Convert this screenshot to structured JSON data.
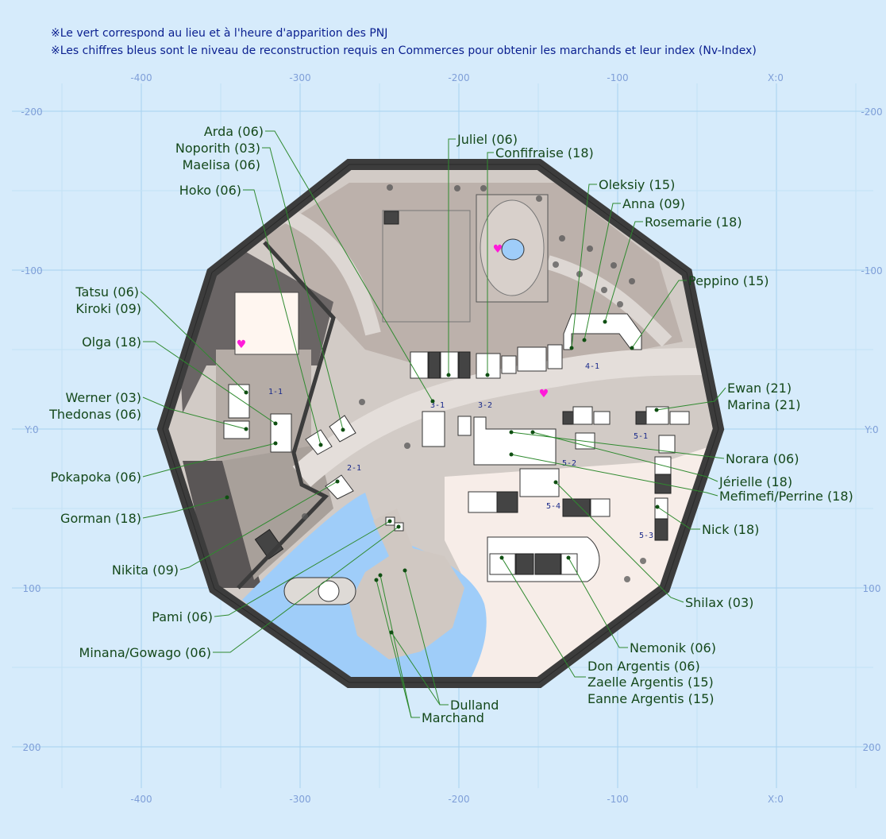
{
  "notes": {
    "line1": "※Le vert correspond au lieu et à l'heure d'apparition des PNJ",
    "line2": "※Les chiffres bleus sont le niveau de reconstruction requis en Commerces pour obtenir les marchands et leur index (Nv-Index)"
  },
  "axes": {
    "x_label": "X:0",
    "y_label": "Y:0",
    "x_ticks": [
      {
        "value": -400,
        "label": "-400"
      },
      {
        "value": -300,
        "label": "-300"
      },
      {
        "value": -200,
        "label": "-200"
      },
      {
        "value": -100,
        "label": "-100"
      }
    ],
    "y_ticks": [
      {
        "value": -200,
        "label": "-200"
      },
      {
        "value": -100,
        "label": "-100"
      },
      {
        "value": 100,
        "label": "100"
      },
      {
        "value": 200,
        "label": "200"
      }
    ]
  },
  "zones": [
    "1-1",
    "2-1",
    "3-1",
    "3-2",
    "4-1",
    "5-1",
    "5-2",
    "5-3",
    "5-4"
  ],
  "npcs": [
    {
      "name": "Arda (06)"
    },
    {
      "name": "Noporith (03)"
    },
    {
      "name": "Maelisa (06)"
    },
    {
      "name": "Hoko (06)"
    },
    {
      "name": "Juliel (06)"
    },
    {
      "name": "Confifraise (18)"
    },
    {
      "name": "Oleksiy (15)"
    },
    {
      "name": "Anna (09)"
    },
    {
      "name": "Rosemarie (18)"
    },
    {
      "name": "Peppino (15)"
    },
    {
      "name": "Tatsu (06)"
    },
    {
      "name": "Kiroki (09)"
    },
    {
      "name": "Olga (18)"
    },
    {
      "name": "Werner (03)"
    },
    {
      "name": "Thedonas (06)"
    },
    {
      "name": "Pokapoka (06)"
    },
    {
      "name": "Gorman (18)"
    },
    {
      "name": "Nikita (09)"
    },
    {
      "name": "Pami (06)"
    },
    {
      "name": "Minana/Gowago (06)"
    },
    {
      "name": "Ewan (21)"
    },
    {
      "name": "Marina (21)"
    },
    {
      "name": "Norara (06)"
    },
    {
      "name": "Jérielle (18)"
    },
    {
      "name": "Mefimefi/Perrine (18)"
    },
    {
      "name": "Nick (18)"
    },
    {
      "name": "Shilax (03)"
    },
    {
      "name": "Nemonik (06)"
    },
    {
      "name": "Don Argentis (06)"
    },
    {
      "name": "Zaelle Argentis (15)"
    },
    {
      "name": "Eanne Argentis (15)"
    },
    {
      "name": "Dulland"
    },
    {
      "name": "Marchand"
    }
  ],
  "colors": {
    "background": "#d6ebfb",
    "wall": "#3c3c3c",
    "water": "#9fcdf9",
    "npc_marker": "#0f4f12",
    "npc_text": "#14481a",
    "heart": "#ff1ad9",
    "level_text": "#1a2a8a",
    "axis_text": "#7f9fd8"
  },
  "icons": {
    "spawn_marker": "heart-icon",
    "npc_marker": "npc-dot-icon",
    "lamp_marker": "lamp-icon"
  }
}
